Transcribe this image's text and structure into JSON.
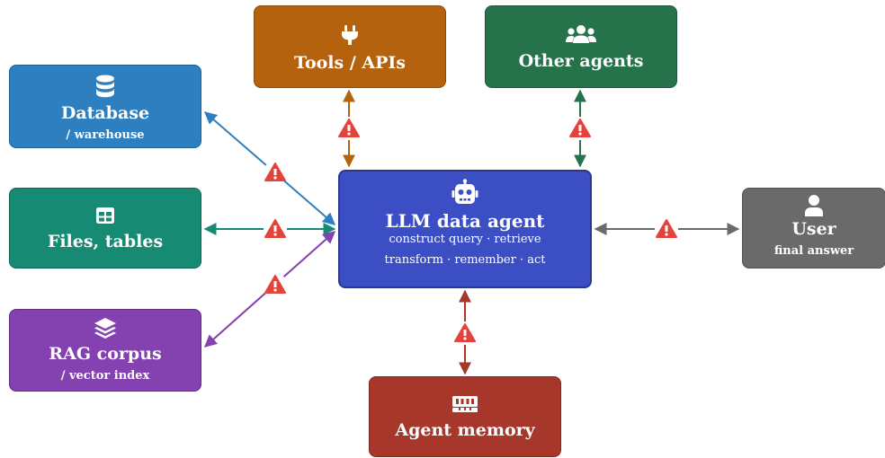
{
  "colors": {
    "tools": "#b5620f",
    "other_agents": "#26734b",
    "database": "#2e7fc0",
    "files": "#178a73",
    "rag": "#8441b0",
    "agent": "#3c4ec4",
    "user": "#6a6a6a",
    "memory": "#a7362b",
    "warning": "#e2433a"
  },
  "nodes": {
    "tools": {
      "title": "Tools / APIs",
      "icon": "plug-icon"
    },
    "other_agents": {
      "title": "Other agents",
      "icon": "users-icon"
    },
    "database": {
      "title": "Database",
      "subtitle": "/ warehouse",
      "icon": "database-icon"
    },
    "files": {
      "title": "Files, tables",
      "icon": "table-icon"
    },
    "rag": {
      "title": "RAG corpus",
      "subtitle": "/ vector index",
      "icon": "layers-icon"
    },
    "agent": {
      "title": "LLM data agent",
      "line1": "construct query · retrieve",
      "line2": "transform · remember · act",
      "icon": "robot-icon"
    },
    "user": {
      "title": "User",
      "subtitle": "final answer",
      "icon": "user-icon"
    },
    "memory": {
      "title": "Agent memory",
      "icon": "memory-icon"
    }
  },
  "connections": [
    {
      "from": "agent",
      "to": "tools",
      "color": "#b5620f",
      "warning": "warning-icon"
    },
    {
      "from": "agent",
      "to": "other_agents",
      "color": "#26734b",
      "warning": "warning-icon"
    },
    {
      "from": "agent",
      "to": "database",
      "color": "#2e7fc0",
      "warning": "warning-icon"
    },
    {
      "from": "agent",
      "to": "files",
      "color": "#178a73",
      "warning": "warning-icon"
    },
    {
      "from": "agent",
      "to": "rag",
      "color": "#8441b0",
      "warning": "warning-icon"
    },
    {
      "from": "agent",
      "to": "user",
      "color": "#6a6a6a",
      "warning": "warning-icon"
    },
    {
      "from": "agent",
      "to": "memory",
      "color": "#a7362b",
      "warning": "warning-icon"
    }
  ]
}
